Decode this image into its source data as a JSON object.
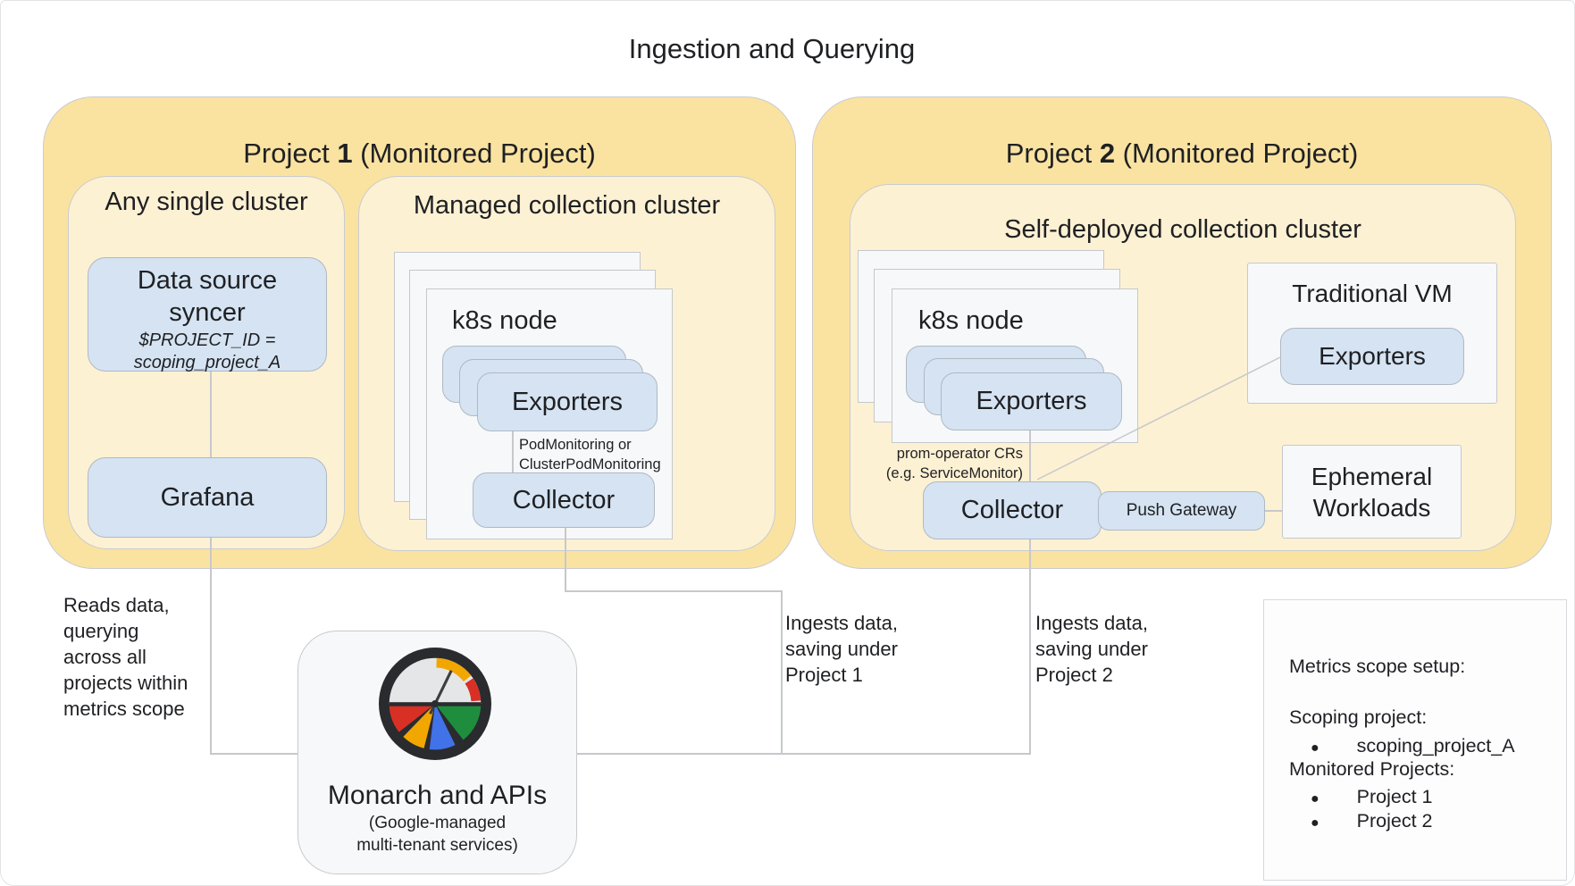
{
  "colors": {
    "outer_panel_yellow": "#FAE3A1",
    "inner_panel_cream": "#FDF1D3",
    "component_blue": "#D5E3F2",
    "card_white": "#F7F8FA",
    "connector_gray": "#C6C8CB",
    "gauge_red": "#D93025",
    "gauge_yellow": "#F2A600",
    "gauge_blue": "#4272E8",
    "gauge_green": "#1E8E3E",
    "gauge_dark": "#2A2B2E"
  },
  "title": "Ingestion and Querying",
  "project1": {
    "label": {
      "prefix": "Project ",
      "number": "1",
      "suffix": " (Monitored Project)"
    },
    "any_single_cluster": {
      "title": "Any single cluster",
      "data_source_syncer_title": "Data source\nsyncer",
      "data_source_syncer_note": "$PROJECT_ID =\nscoping_project_A",
      "grafana": "Grafana"
    },
    "managed_cluster": {
      "title": "Managed collection cluster",
      "k8s_node": "k8s node",
      "exporters": "Exporters",
      "note": "PodMonitoring or\nClusterPodMonitoring",
      "collector": "Collector"
    }
  },
  "project2": {
    "label": {
      "prefix": "Project ",
      "number": "2",
      "suffix": " (Monitored Project)"
    },
    "self_deployed_cluster": {
      "title": "Self-deployed collection cluster",
      "k8s_node": "k8s node",
      "exporters": "Exporters",
      "note": "prom-operator CRs\n(e.g. ServiceMonitor)",
      "collector": "Collector",
      "push_gateway": "Push Gateway"
    },
    "traditional_vm": {
      "title": "Traditional VM",
      "exporters": "Exporters"
    },
    "ephemeral_workloads": "Ephemeral\nWorkloads"
  },
  "monarch": {
    "title": "Monarch and APIs",
    "subtitle": "(Google-managed\nmulti-tenant services)"
  },
  "annotations": {
    "reads_data": "Reads data,\nquerying\nacross all\nprojects within\nmetrics scope",
    "ingests_project1": "Ingests data,\nsaving under\nProject 1",
    "ingests_project2": "Ingests data,\nsaving under\nProject 2"
  },
  "metrics_scope": {
    "heading": "Metrics scope setup:",
    "scoping_label": "Scoping project:",
    "bullet": "●",
    "scoping_value": "scoping_project_A",
    "monitored_label": "Monitored Projects:",
    "monitored_values": [
      "Project 1",
      "Project 2"
    ]
  }
}
